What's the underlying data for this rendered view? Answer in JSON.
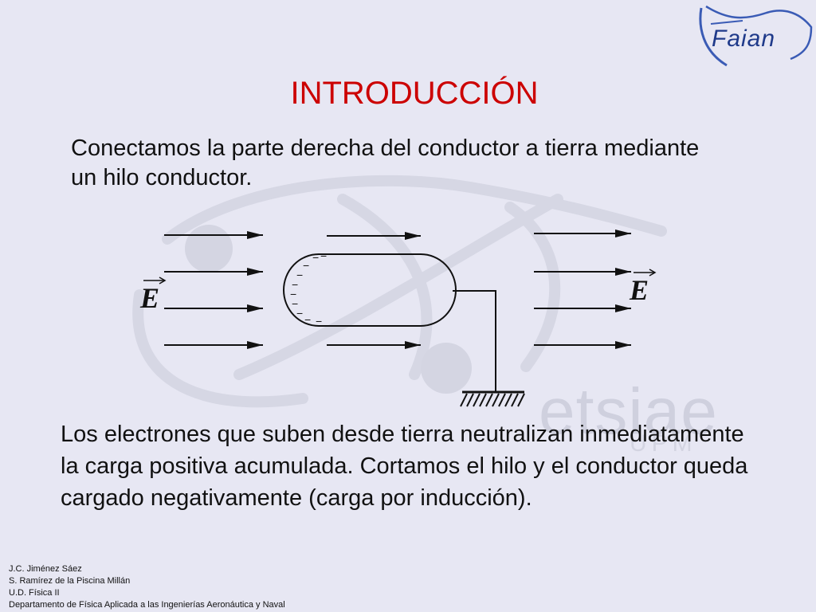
{
  "logo": {
    "text": "Faian"
  },
  "watermark": {
    "text": "etsiae",
    "sub": "UPM"
  },
  "title": "INTRODUCCIÓN",
  "paragraph1": "Conectamos la parte derecha del conductor a tierra mediante un hilo conductor.",
  "diagram": {
    "field_label_left": "E",
    "field_label_right": "E",
    "charge_sign": "−"
  },
  "paragraph2": "Los electrones que suben desde tierra neutralizan inmediatamente la carga positiva acumulada. Cortamos el hilo y el conductor queda cargado negativamente (carga por inducción).",
  "footer": {
    "line1": "J.C. Jiménez Sáez",
    "line2": "S. Ramírez de la Piscina Millán",
    "line3": "U.D. Física II",
    "line4": "Departamento de Física Aplicada a las Ingenierías Aeronáutica y Naval"
  },
  "colors": {
    "title": "#cc0000",
    "background": "#e7e7f3",
    "logo": "#1f3a8a"
  }
}
